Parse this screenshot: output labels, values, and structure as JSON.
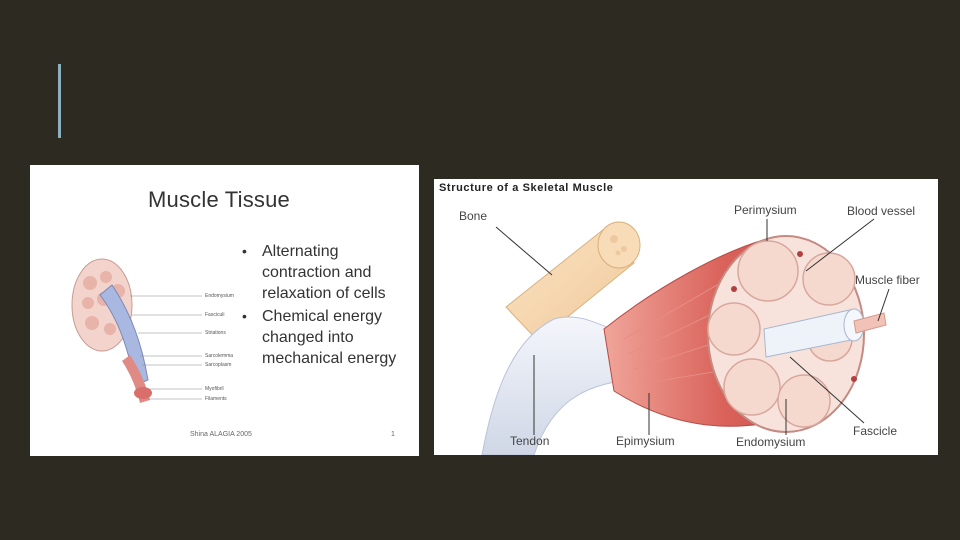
{
  "left_slide": {
    "title": "Muscle Tissue",
    "bullets": [
      "Alternating contraction and relaxation of cells",
      "Chemical energy changed into mechanical energy"
    ],
    "diagram_labels": [
      "Endomysium",
      "Fasciculi",
      "Striations",
      "Sarcolemma",
      "Sarcoplasm",
      "Myofibril",
      "Filaments"
    ],
    "footer": "Shina ALAGIA 2005",
    "page_number": "1"
  },
  "right_diagram": {
    "title": "Structure of a Skeletal Muscle",
    "labels": {
      "bone": "Bone",
      "perimysium": "Perimysium",
      "blood_vessel": "Blood vessel",
      "muscle_fiber": "Muscle fiber",
      "tendon": "Tendon",
      "epimysium": "Epimysium",
      "endomysium": "Endomysium",
      "fascicle": "Fascicle"
    }
  },
  "colors": {
    "background": "#2d2a21",
    "accent": "#8fb0bf",
    "muscle": "#d9625a",
    "tendon": "#e8ecf4",
    "bone": "#f6d6ae"
  }
}
